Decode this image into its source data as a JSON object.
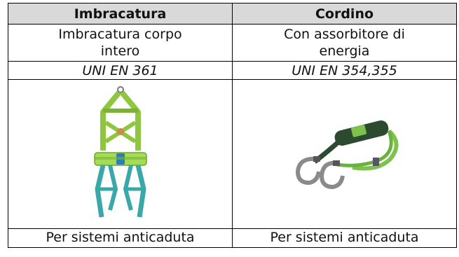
{
  "table": {
    "headers": [
      "Imbracatura",
      "Cordino"
    ],
    "descriptions": [
      "Imbracatura corpo\nintero",
      "Con assorbitore di\nenergia"
    ],
    "standards": [
      "UNI EN 361",
      "UNI EN 354,355"
    ],
    "footers": [
      "Per sistemi anticaduta",
      "Per sistemi anticaduta"
    ]
  },
  "colors": {
    "header_bg": "#d9d9d9",
    "strap_green": "#8ec63f",
    "strap_teal": "#3aa8a8",
    "lanyard_green": "#7dc24a",
    "lanyard_dark": "#2b4a2f"
  },
  "icons": [
    "harness-illustration",
    "lanyard-illustration"
  ]
}
